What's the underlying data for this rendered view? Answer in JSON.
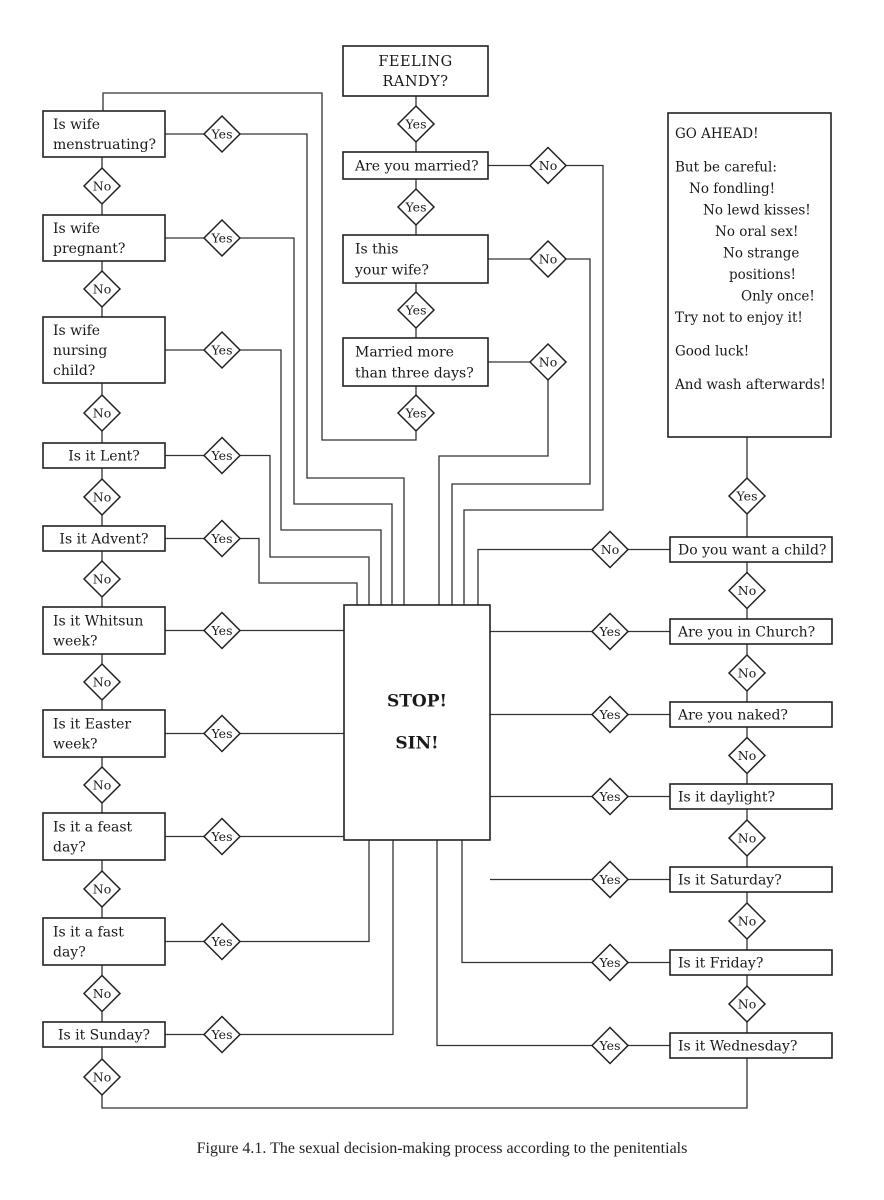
{
  "figure": {
    "caption": "Figure 4.1. The sexual decision-making process according to the penitentials",
    "colors": {
      "ink": "#222222",
      "paper": "#ffffff"
    }
  },
  "labels": {
    "yes": "Yes",
    "no": "No"
  },
  "start": {
    "id": "feeling-randy",
    "lines": [
      "FEELING",
      "RANDY?"
    ]
  },
  "center_column": [
    {
      "id": "married",
      "lines": [
        "Are you married?"
      ]
    },
    {
      "id": "your-wife",
      "lines": [
        "Is this",
        "your wife?"
      ]
    },
    {
      "id": "married-three-days",
      "lines": [
        "Married more",
        "than three days?"
      ]
    }
  ],
  "left_column": [
    {
      "id": "menstruating",
      "lines": [
        "Is wife",
        "menstruating?"
      ]
    },
    {
      "id": "pregnant",
      "lines": [
        "Is wife",
        "pregnant?"
      ]
    },
    {
      "id": "nursing",
      "lines": [
        "Is wife",
        "nursing",
        "child?"
      ]
    },
    {
      "id": "lent",
      "lines": [
        "Is it Lent?"
      ]
    },
    {
      "id": "advent",
      "lines": [
        "Is it Advent?"
      ]
    },
    {
      "id": "whitsun",
      "lines": [
        "Is it Whitsun",
        "week?"
      ]
    },
    {
      "id": "easter",
      "lines": [
        "Is it Easter",
        "week?"
      ]
    },
    {
      "id": "feast",
      "lines": [
        "Is it a feast",
        "day?"
      ]
    },
    {
      "id": "fast",
      "lines": [
        "Is it a fast",
        "day?"
      ]
    },
    {
      "id": "sunday",
      "lines": [
        "Is it Sunday?"
      ]
    }
  ],
  "right_column": [
    {
      "id": "want-child",
      "lines": [
        "Do you want a child?"
      ],
      "sin_answer": "No"
    },
    {
      "id": "church",
      "lines": [
        "Are you in Church?"
      ],
      "sin_answer": "Yes"
    },
    {
      "id": "naked",
      "lines": [
        "Are you naked?"
      ],
      "sin_answer": "Yes"
    },
    {
      "id": "daylight",
      "lines": [
        "Is it daylight?"
      ],
      "sin_answer": "Yes"
    },
    {
      "id": "saturday",
      "lines": [
        "Is it Saturday?"
      ],
      "sin_answer": "Yes"
    },
    {
      "id": "friday",
      "lines": [
        "Is it Friday?"
      ],
      "sin_answer": "Yes"
    },
    {
      "id": "wednesday",
      "lines": [
        "Is it Wednesday?"
      ],
      "sin_answer": "Yes"
    }
  ],
  "stop": {
    "id": "stop-sin",
    "lines": [
      "STOP!",
      "SIN!"
    ]
  },
  "go_ahead": {
    "id": "go-ahead",
    "lines": [
      {
        "text": "GO AHEAD!",
        "indent": 0
      },
      {
        "text": "",
        "indent": 0
      },
      {
        "text": "But be careful:",
        "indent": 0
      },
      {
        "text": "No fondling!",
        "indent": 1
      },
      {
        "text": "No lewd kisses!",
        "indent": 2
      },
      {
        "text": "No oral sex!",
        "indent": 3
      },
      {
        "text": "No strange",
        "indent": 4
      },
      {
        "text": "positions!",
        "indent": 5
      },
      {
        "text": "Only once!",
        "indent": 6
      },
      {
        "text": "Try not to enjoy it!",
        "indent": 0
      },
      {
        "text": "",
        "indent": 0
      },
      {
        "text": "Good luck!",
        "indent": 0
      },
      {
        "text": "",
        "indent": 0
      },
      {
        "text": "And wash afterwards!",
        "indent": 0
      }
    ]
  }
}
